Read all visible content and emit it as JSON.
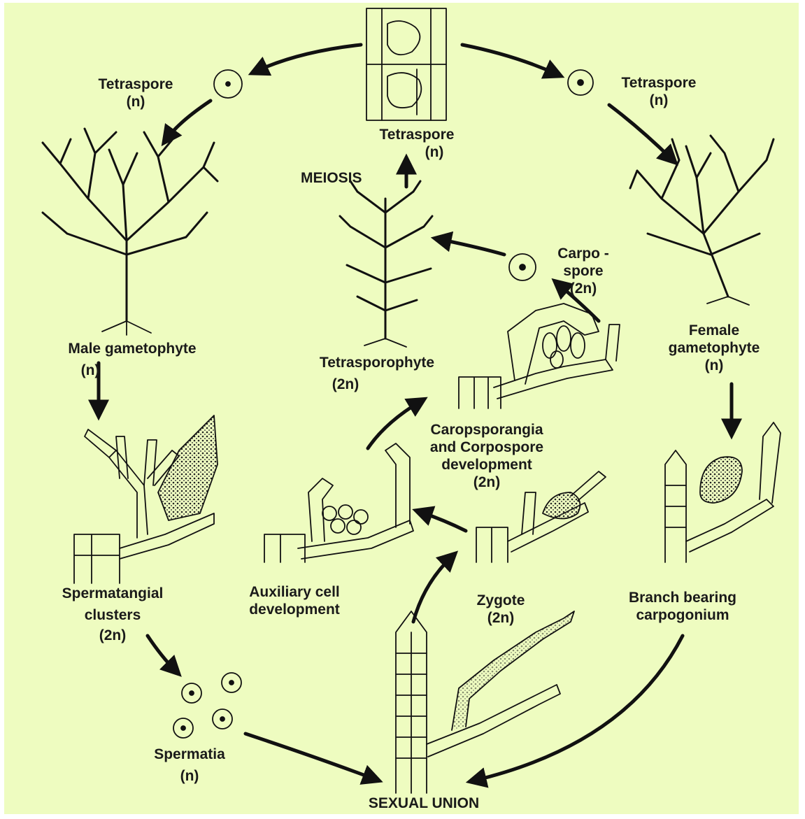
{
  "colors": {
    "background": "#eefcc0",
    "ink": "#111111"
  },
  "labels": {
    "tetraspore_left": [
      "Tetraspore",
      "(n)"
    ],
    "tetraspore_right": [
      "Tetraspore",
      "(n)"
    ],
    "tetraspore_top": [
      "Tetraspore",
      "(n)"
    ],
    "meiosis": "MEIOSIS",
    "male_gametophyte": [
      "Male gametophyte",
      "(n)"
    ],
    "female_gametophyte": [
      "Female",
      "gametophyte",
      "(n)"
    ],
    "carpospore": [
      "Carpo -",
      "spore",
      "(2n)"
    ],
    "tetrasporophyte": [
      "Tetrasporophyte",
      "(2n)"
    ],
    "carposporangia": [
      "Caropsporangia",
      "and Corpospore",
      "development",
      "(2n)"
    ],
    "spermatangial": [
      "Spermatangial",
      "clusters",
      "(2n)"
    ],
    "auxiliary": [
      "Auxiliary cell",
      "development"
    ],
    "zygote": [
      "Zygote",
      "(2n)"
    ],
    "branch_carpogonium": [
      "Branch bearing",
      "carpogonium"
    ],
    "spermatia": [
      "Spermatia",
      "(n)"
    ],
    "sexual_union": "SEXUAL UNION"
  }
}
